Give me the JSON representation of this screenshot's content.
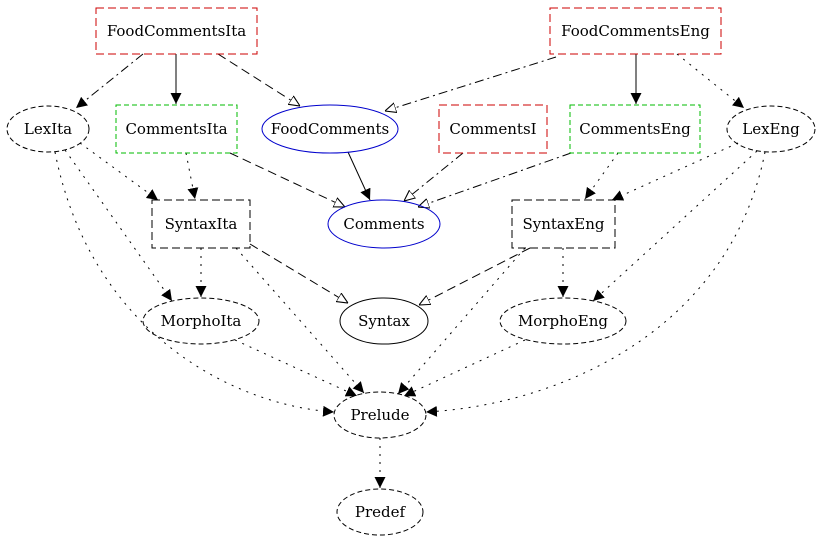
{
  "diagram": {
    "colors": {
      "red_node": "#cc0000",
      "green_node": "#00bb00",
      "blue_node": "#0000cc",
      "black": "#000000"
    },
    "nodes": {
      "food_comments_ita": "FoodCommentsIta",
      "food_comments_eng": "FoodCommentsEng",
      "lex_ita": "LexIta",
      "comments_ita": "CommentsIta",
      "food_comments": "FoodComments",
      "comments_i": "CommentsI",
      "comments_eng": "CommentsEng",
      "lex_eng": "LexEng",
      "syntax_ita": "SyntaxIta",
      "comments": "Comments",
      "syntax_eng": "SyntaxEng",
      "morpho_ita": "MorphoIta",
      "syntax": "Syntax",
      "morpho_eng": "MorphoEng",
      "prelude": "Prelude",
      "predef": "Predef"
    }
  }
}
